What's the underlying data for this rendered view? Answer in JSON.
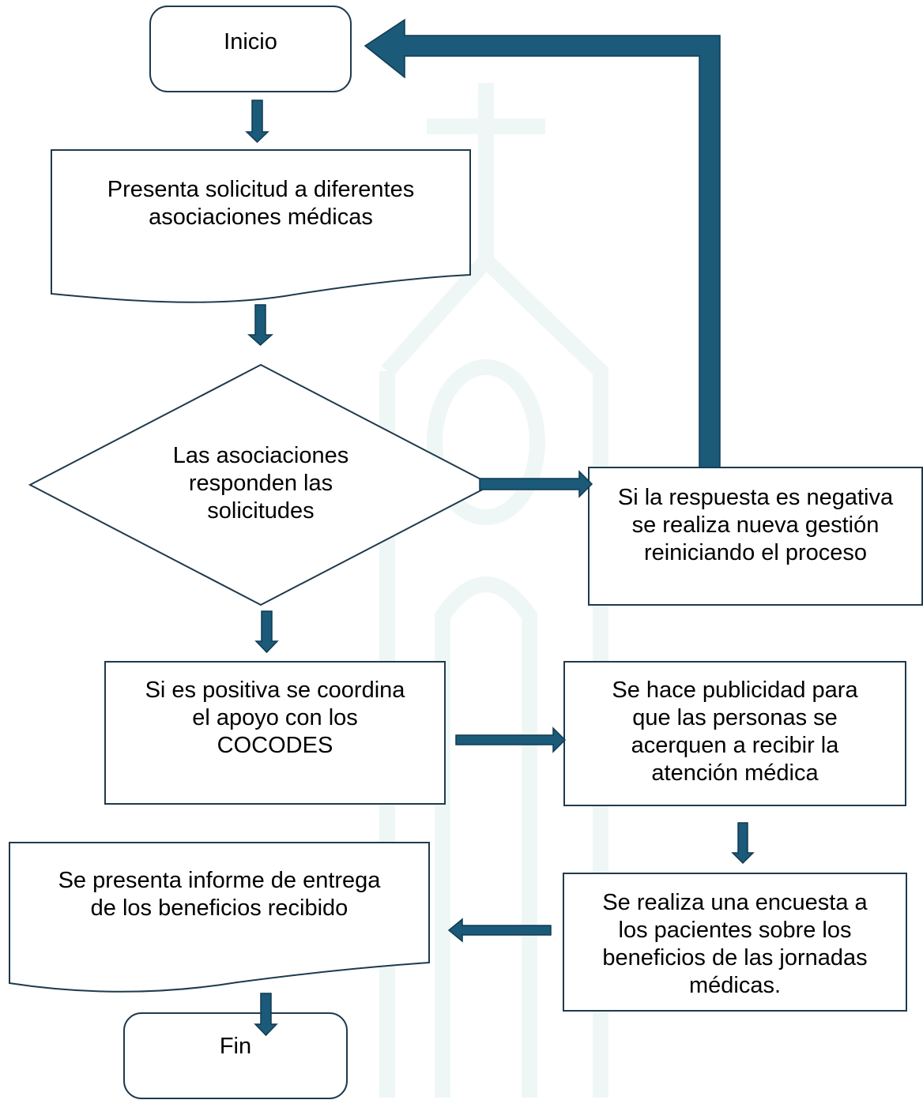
{
  "colors": {
    "arrow": "#1b5a79",
    "arrow_stroke": "#0f3a52",
    "stroke": "#1f3a4d",
    "watermark": "#eef7f5"
  },
  "nodes": {
    "start": "Inicio",
    "request": "Presenta solicitud a diferentes\nasociaciones médicas",
    "decision": "Las asociaciones\nresponden las\nsolicitudes",
    "negative": "Si la respuesta es negativa\nse realiza nueva gestión\nreiniciando el proceso",
    "positive": "Si es positiva se coordina\nel apoyo con los\nCOCODES",
    "publicity": "Se hace publicidad para\nque las personas se\nacerquen a recibir la\natención médica",
    "survey": "Se realiza una encuesta a\nlos pacientes sobre los\nbeneficios de las jornadas\nmédicas.",
    "report": "Se presenta informe de entrega\nde los beneficios recibido",
    "end": "Fin"
  }
}
